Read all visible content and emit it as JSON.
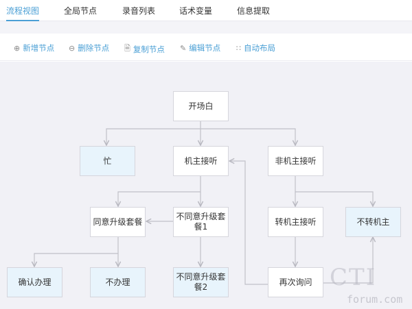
{
  "tabs": [
    "流程视图",
    "全局节点",
    "录音列表",
    "话术变量",
    "信息提取"
  ],
  "toolbar": [
    {
      "icon": "⊕",
      "label": "新增节点"
    },
    {
      "icon": "⊖",
      "label": "删除节点"
    },
    {
      "icon": "🗎",
      "label": "复制节点"
    },
    {
      "icon": "✎",
      "label": "编辑节点"
    },
    {
      "icon": "∷",
      "label": "自动布局"
    }
  ],
  "nodes": {
    "start": "开场白",
    "busy": "忙",
    "owner": "机主接听",
    "non_owner": "非机主接听",
    "agree": "同意升级套餐",
    "disagree1": "不同意升级套餐1",
    "transfer": "转机主接听",
    "no_transfer": "不转机主",
    "confirm": "确认办理",
    "not_handle": "不办理",
    "disagree2": "不同意升级套餐2",
    "ask_again": "再次询问"
  },
  "watermark": {
    "logo": "CTI",
    "site": "forum.com"
  }
}
